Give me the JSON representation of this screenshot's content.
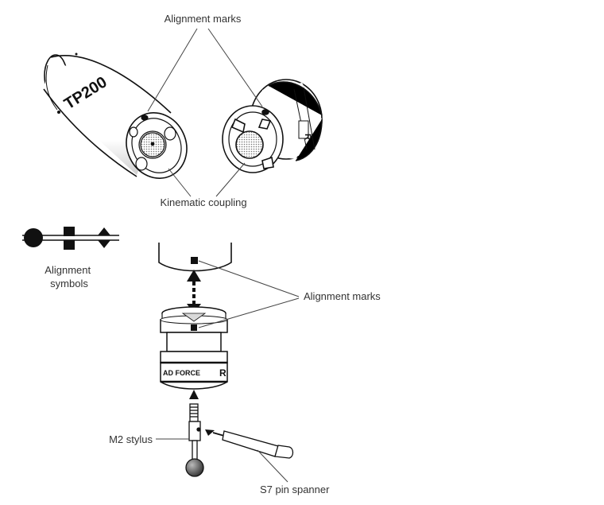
{
  "labels": {
    "alignment_marks_top": "Alignment marks",
    "kinematic_coupling": "Kinematic coupling",
    "alignment_symbols_line1": "Alignment",
    "alignment_symbols_line2": "symbols",
    "alignment_marks_mid": "Alignment marks",
    "m2_stylus": "M2 stylus",
    "s7_pin_spanner": "S7 pin spanner"
  },
  "body_text": {
    "probe_name": "TP200",
    "module_band": "AD FORCE",
    "module_brand": "R"
  },
  "colors": {
    "ink": "#111111",
    "label": "#333333",
    "leader": "#444444",
    "shade": "#d9d9d9",
    "ball": "#555555"
  }
}
